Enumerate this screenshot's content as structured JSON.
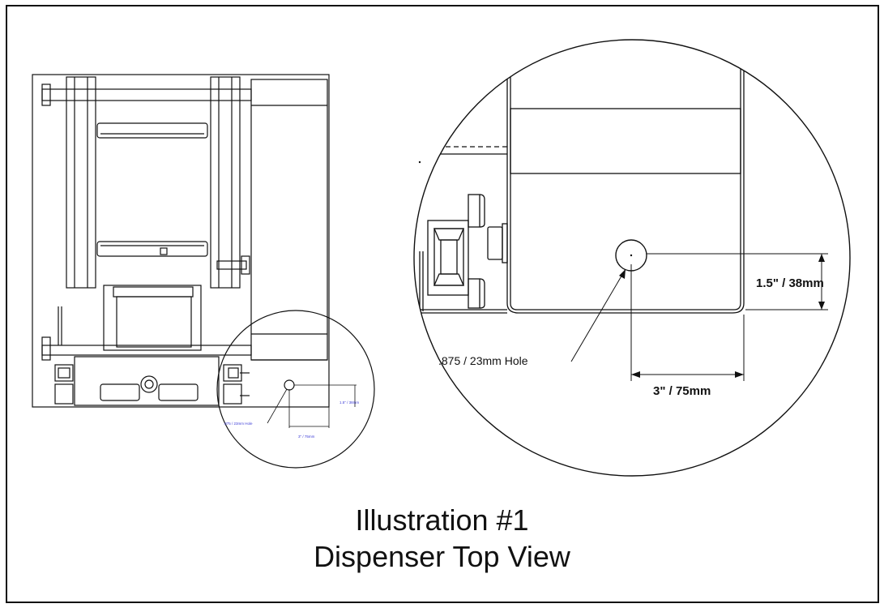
{
  "detail": {
    "hole_label": ".875 / 23mm Hole",
    "vertical_dim": "1.5\" / 38mm",
    "horizontal_dim": "3\" / 75mm"
  },
  "overview": {
    "hole_label": ".875 / 23mm Hole",
    "vertical_dim": "1.5\" / 38mm",
    "horizontal_dim": "3\" / 75mm"
  },
  "caption": {
    "line1": "Illustration #1",
    "line2": "Dispenser Top View"
  },
  "colors": {
    "line": "#111111",
    "dimension_text_small": "#3b3bd6"
  }
}
